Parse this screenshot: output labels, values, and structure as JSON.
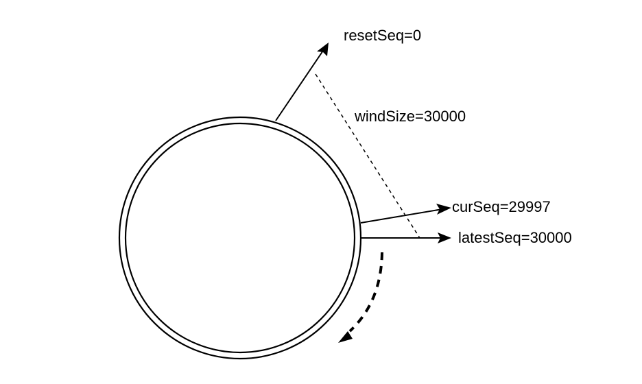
{
  "diagram": {
    "labels": {
      "reset_seq": "resetSeq=0",
      "wind_size": "windSize=30000",
      "cur_seq": "curSeq=29997",
      "latest_seq": "latestSeq=30000"
    },
    "colors": {
      "stroke": "#000000",
      "background": "#ffffff"
    }
  }
}
